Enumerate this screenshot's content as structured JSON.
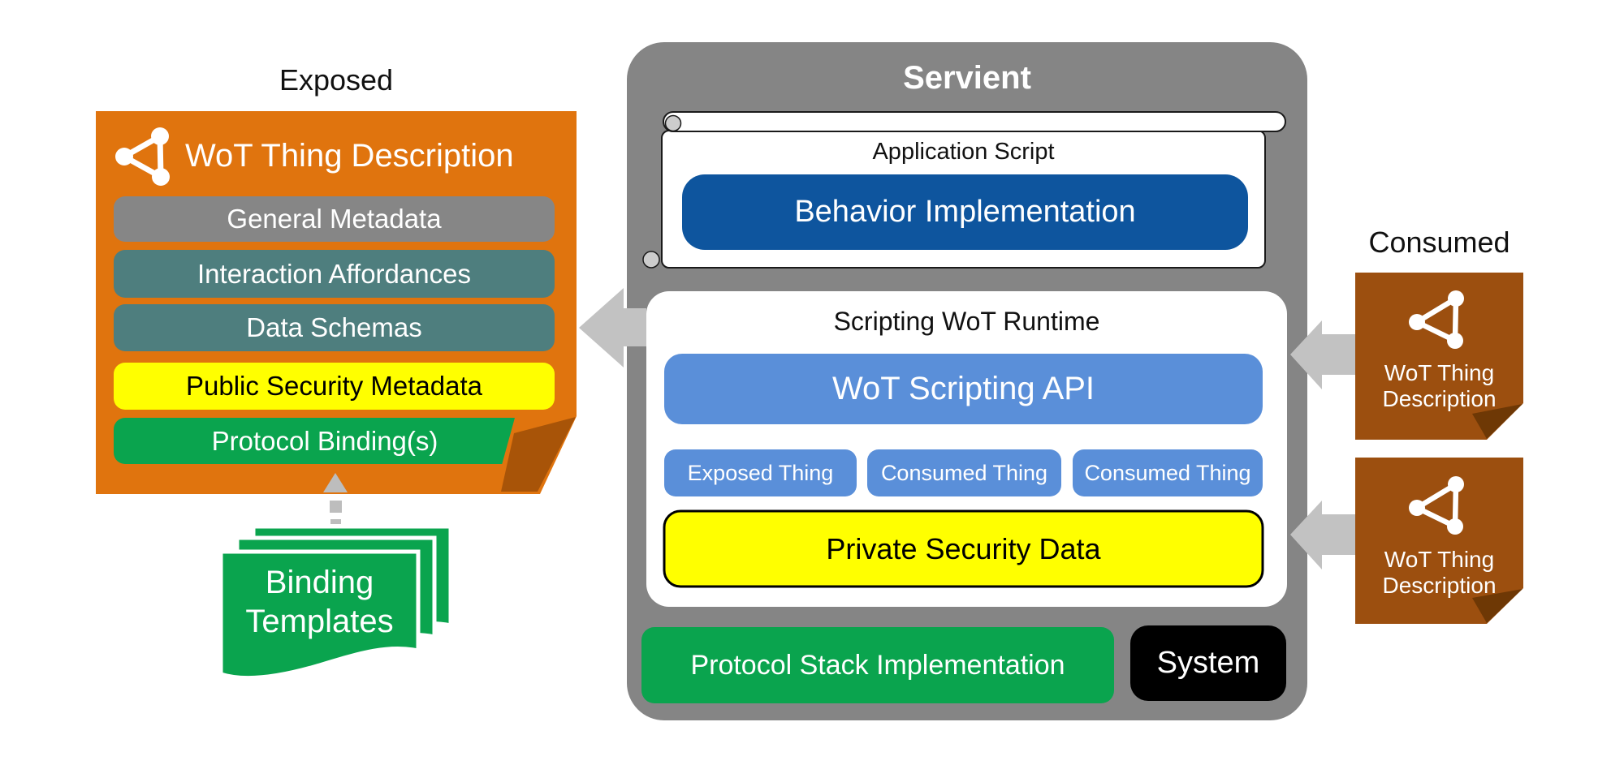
{
  "exposed_panel": {
    "section_label": "Exposed",
    "td_title": "WoT Thing Description",
    "items": [
      {
        "label": "General Metadata"
      },
      {
        "label": "Interaction Affordances"
      },
      {
        "label": "Data Schemas"
      },
      {
        "label": "Public Security Metadata"
      },
      {
        "label": "Protocol Binding(s)"
      }
    ]
  },
  "binding_templates": {
    "line1": "Binding",
    "line2": "Templates"
  },
  "servient": {
    "title": "Servient",
    "application_script": {
      "label": "Application Script",
      "behavior": "Behavior Implementation"
    },
    "runtime": {
      "title": "Scripting WoT Runtime",
      "api": "WoT Scripting API",
      "things": [
        {
          "label": "Exposed Thing"
        },
        {
          "label": "Consumed Thing"
        },
        {
          "label": "Consumed Thing"
        }
      ],
      "private_security": "Private Security Data"
    },
    "protocol_stack": "Protocol Stack Implementation",
    "system": "System"
  },
  "consumed_panel": {
    "section_label": "Consumed",
    "tds": [
      {
        "line1": "WoT Thing",
        "line2": "Description"
      },
      {
        "line1": "WoT Thing",
        "line2": "Description"
      }
    ]
  },
  "colors": {
    "orange": "#E0740E",
    "orange_fold": "#A85408",
    "brown": "#9C4F0F",
    "brown_fold": "#6E3805",
    "teal": "#4E7E7E",
    "gray_box": "#868686",
    "servient_gray": "#858585",
    "yellow": "#FFFF00",
    "green": "#0AA44E",
    "dark_blue": "#0E559E",
    "light_blue": "#5A8FD9",
    "black": "#000000",
    "arrow_gray": "#C2C2C2"
  }
}
